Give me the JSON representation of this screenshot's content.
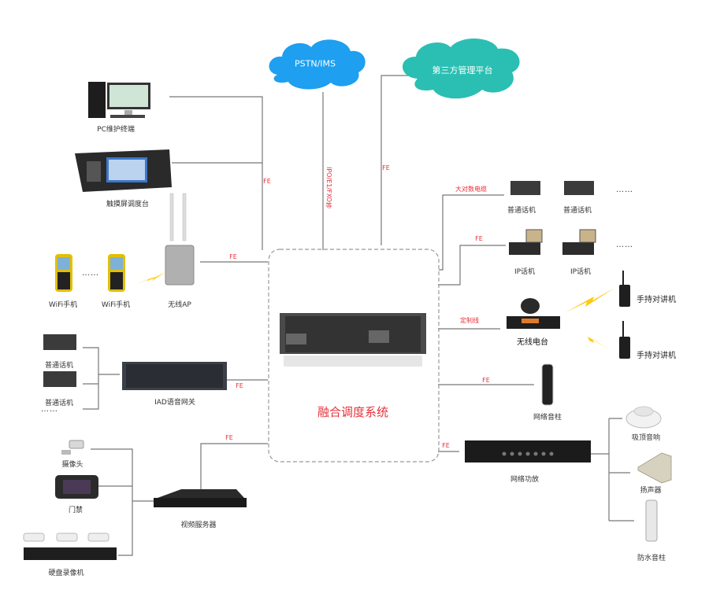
{
  "clouds": {
    "pstn": {
      "label": "PSTN/IMS",
      "color": "#1e9ff0"
    },
    "third_party": {
      "label": "第三方管理平台",
      "color": "#2bbfb3"
    }
  },
  "core": {
    "label": "融合调度系统"
  },
  "links": {
    "fe": "FE",
    "trunk": "IPO/E1/FXO等",
    "large_pair_cable": "大对数电缆",
    "custom_line": "定制线"
  },
  "devices": {
    "pc_terminal": "PC维护终端",
    "touch_console": "触摸屏调度台",
    "wifi_phone_1": "WiFi手机",
    "wifi_phone_2": "WiFi手机",
    "wireless_ap": "无线AP",
    "analog_phone_left_1": "普通话机",
    "analog_phone_left_2": "普通话机",
    "iad_gateway": "IAD语音网关",
    "camera": "摄像头",
    "access_control": "门禁",
    "nvr": "硬盘录像机",
    "video_server": "视频服务器",
    "analog_phone_right_1": "普通话机",
    "analog_phone_right_2": "普通话机",
    "ip_phone_1": "IP话机",
    "ip_phone_2": "IP话机",
    "radio_base": "无线电台",
    "walkie_1": "手持对讲机",
    "walkie_2": "手持对讲机",
    "network_column_speaker": "网络音柱",
    "network_amplifier": "网络功放",
    "ceiling_speaker": "吸顶音响",
    "horn_speaker": "扬声器",
    "waterproof_column": "防水音柱"
  },
  "ellipsis": "……",
  "colors": {
    "line": "#777777",
    "label_red": "#e8303a",
    "lightning": "#ffc90e"
  }
}
